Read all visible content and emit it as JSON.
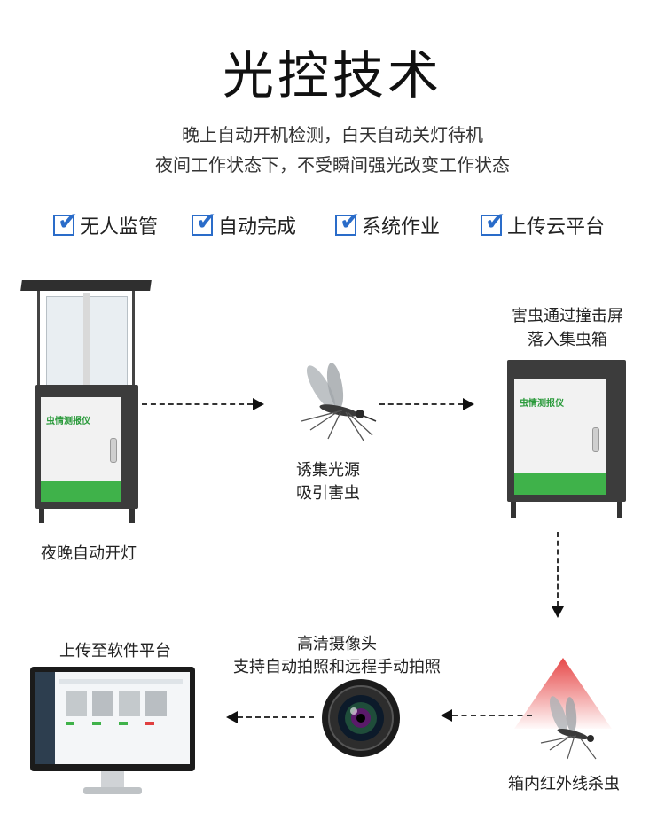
{
  "title": "光控技术",
  "subtitle_line1": "晚上自动开机检测，白天自动关灯待机",
  "subtitle_line2": "夜间工作状态下，不受瞬间强光改变工作状态",
  "features": [
    "无人监管",
    "自动完成",
    "系统作业",
    "上传云平台"
  ],
  "steps": {
    "night_on": "夜晚自动开灯",
    "lure_line1": "诱集光源",
    "lure_line2": "吸引害虫",
    "hit_line1": "害虫通过撞击屏",
    "hit_line2": "落入集虫箱",
    "infrared": "箱内红外线杀虫",
    "camera_line1": "高清摄像头",
    "camera_line2": "支持自动拍照和远程手动拍照",
    "upload": "上传至软件平台"
  },
  "device_brand": "虫情测报仪",
  "colors": {
    "accent_blue": "#2a6cc9",
    "cabinet_green": "#3fb24a",
    "cabinet_dark": "#3c3c3c"
  }
}
